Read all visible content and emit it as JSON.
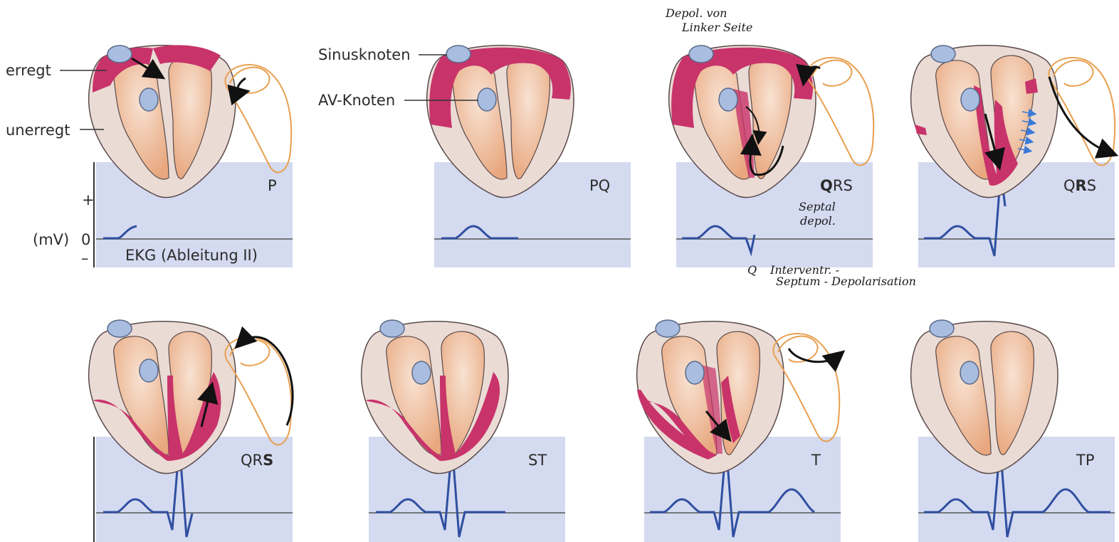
{
  "labels": {
    "erregt": "erregt",
    "unerregt": "unerregt",
    "sinusknoten": "Sinusknoten",
    "av_knoten": "AV-Knoten",
    "plus": "+",
    "unit": "(mV)",
    "zero": "0",
    "minus": "–",
    "ekg_title": "EKG (Ableitung II)"
  },
  "panels": [
    {
      "phase": "P"
    },
    {
      "phase": "PQ"
    },
    {
      "phase_bold": "Q",
      "phase_rest": "RS"
    },
    {
      "phase_pre": "Q",
      "phase_bold": "R",
      "phase_post": "S"
    },
    {
      "phase_pre": "QR",
      "phase_bold": "S"
    },
    {
      "phase": "ST"
    },
    {
      "phase": "T"
    },
    {
      "phase": "TP"
    }
  ],
  "annotations": {
    "depol_line1": "Depol. von",
    "depol_line2": "Linker Seite",
    "septal_line1": "Septal",
    "septal_line2": "depol.",
    "q_letter": "Q",
    "interventr_line1": "Interventr. -",
    "interventr_line2": "Septum - Depolarisation"
  },
  "colors": {
    "excited": "#c8336a",
    "unexcited": "#eadbd5",
    "chamber": "#f0b898",
    "node": "#a9bde0",
    "ekg_bg": "#d4daf0",
    "ekg_trace": "#2f4fa0",
    "vector_loop": "#e8a050"
  }
}
